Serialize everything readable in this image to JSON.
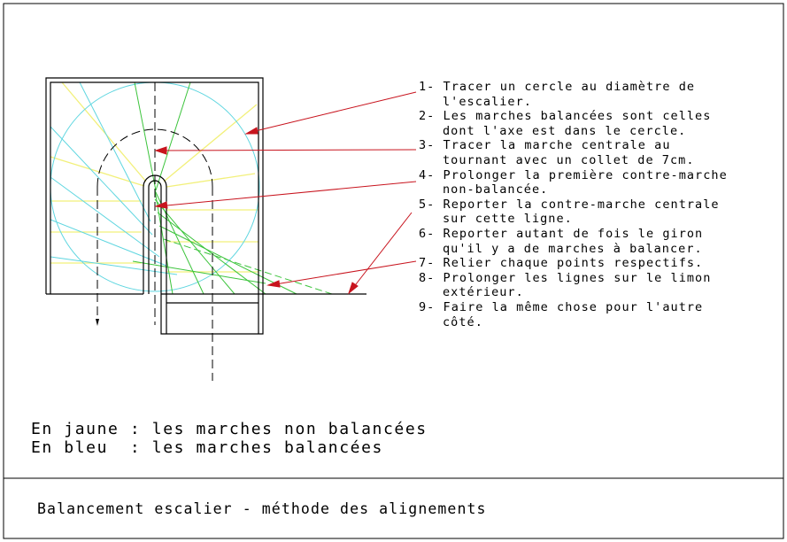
{
  "steps": [
    {
      "num": "1-",
      "line1": "Tracer un cercle au diamètre de",
      "line2": "l'escalier."
    },
    {
      "num": "2-",
      "line1": "Les marches balancées sont celles",
      "line2": "dont l'axe est dans le cercle."
    },
    {
      "num": "3-",
      "line1": "Tracer la marche centrale au",
      "line2": "tournant avec un collet de 7cm."
    },
    {
      "num": "4-",
      "line1": "Prolonger la première contre-marche",
      "line2": "non-balancée."
    },
    {
      "num": "5-",
      "line1": "Reporter la contre-marche centrale",
      "line2": "sur cette ligne."
    },
    {
      "num": "6-",
      "line1": "Reporter autant de fois le giron",
      "line2": "qu'il y a de marches à balancer."
    },
    {
      "num": "7-",
      "line1": "Relier chaque points respectifs.",
      "line2": null
    },
    {
      "num": "8-",
      "line1": "Prolonger les lignes sur le limon",
      "line2": "extérieur."
    },
    {
      "num": "9-",
      "line1": "Faire la même chose pour l'autre",
      "line2": "côté."
    }
  ],
  "legend": {
    "yellow": "En jaune : les marches non balancées",
    "blue": "En bleu  : les marches balancées"
  },
  "title": "Balancement escalier - méthode des alignements",
  "colors": {
    "yellow": "#f2f07a",
    "cyan": "#5fd6e0",
    "green": "#3cc43c",
    "red": "#c8141e",
    "black": "#000000"
  }
}
